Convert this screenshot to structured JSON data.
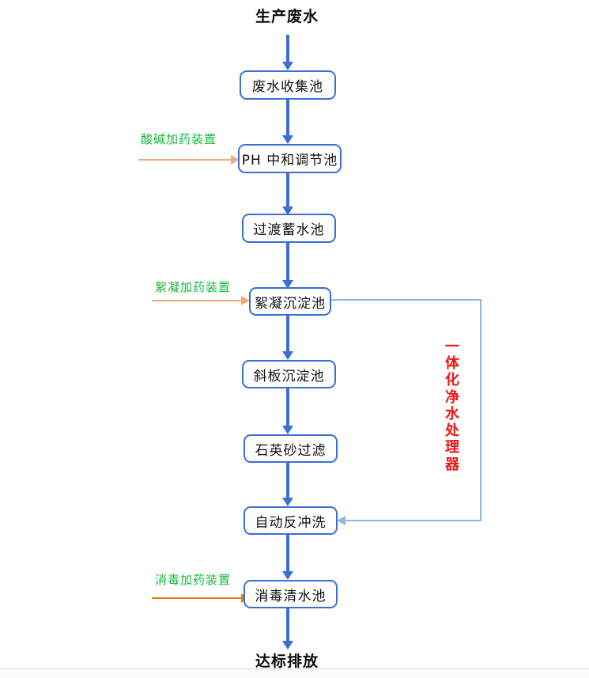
{
  "diagram": {
    "title_top": "生产废水",
    "title_bottom": "达标排放",
    "colors": {
      "node_border": "#3a6fd8",
      "flow_arrow": "#3a6fd8",
      "dose_label": "#13b93c",
      "dose_arrow_light": "#f4a97a",
      "dose_arrow_dark": "#e8781e",
      "loop_line": "#8bb7e8",
      "annotation": "#ef1414",
      "text": "#111111"
    },
    "nodes": [
      {
        "id": "collect",
        "label": "废水收集池"
      },
      {
        "id": "ph",
        "label": "PH 中和调节池"
      },
      {
        "id": "transit",
        "label": "过渡蓄水池"
      },
      {
        "id": "floc",
        "label": "絮凝沉淀池"
      },
      {
        "id": "incline",
        "label": "斜板沉淀池"
      },
      {
        "id": "quartz",
        "label": "石英砂过滤"
      },
      {
        "id": "backwash",
        "label": "自动反冲洗"
      },
      {
        "id": "disinfect",
        "label": "消毒清水池"
      }
    ],
    "dosing": [
      {
        "id": "acid-base",
        "label": "酸碱加药装置",
        "target": "PH 中和调节池"
      },
      {
        "id": "flocculant",
        "label": "絮凝加药装置",
        "target": "絮凝沉淀池"
      },
      {
        "id": "disinfectant",
        "label": "消毒加药装置",
        "target": "消毒清水池"
      }
    ],
    "annotation": {
      "text": "一体化净水处理器",
      "chars": [
        "一",
        "体",
        "化",
        "净",
        "水",
        "处",
        "理",
        "器"
      ]
    },
    "recycle_loop": {
      "from": "絮凝沉淀池",
      "to": "自动反冲洗"
    }
  }
}
